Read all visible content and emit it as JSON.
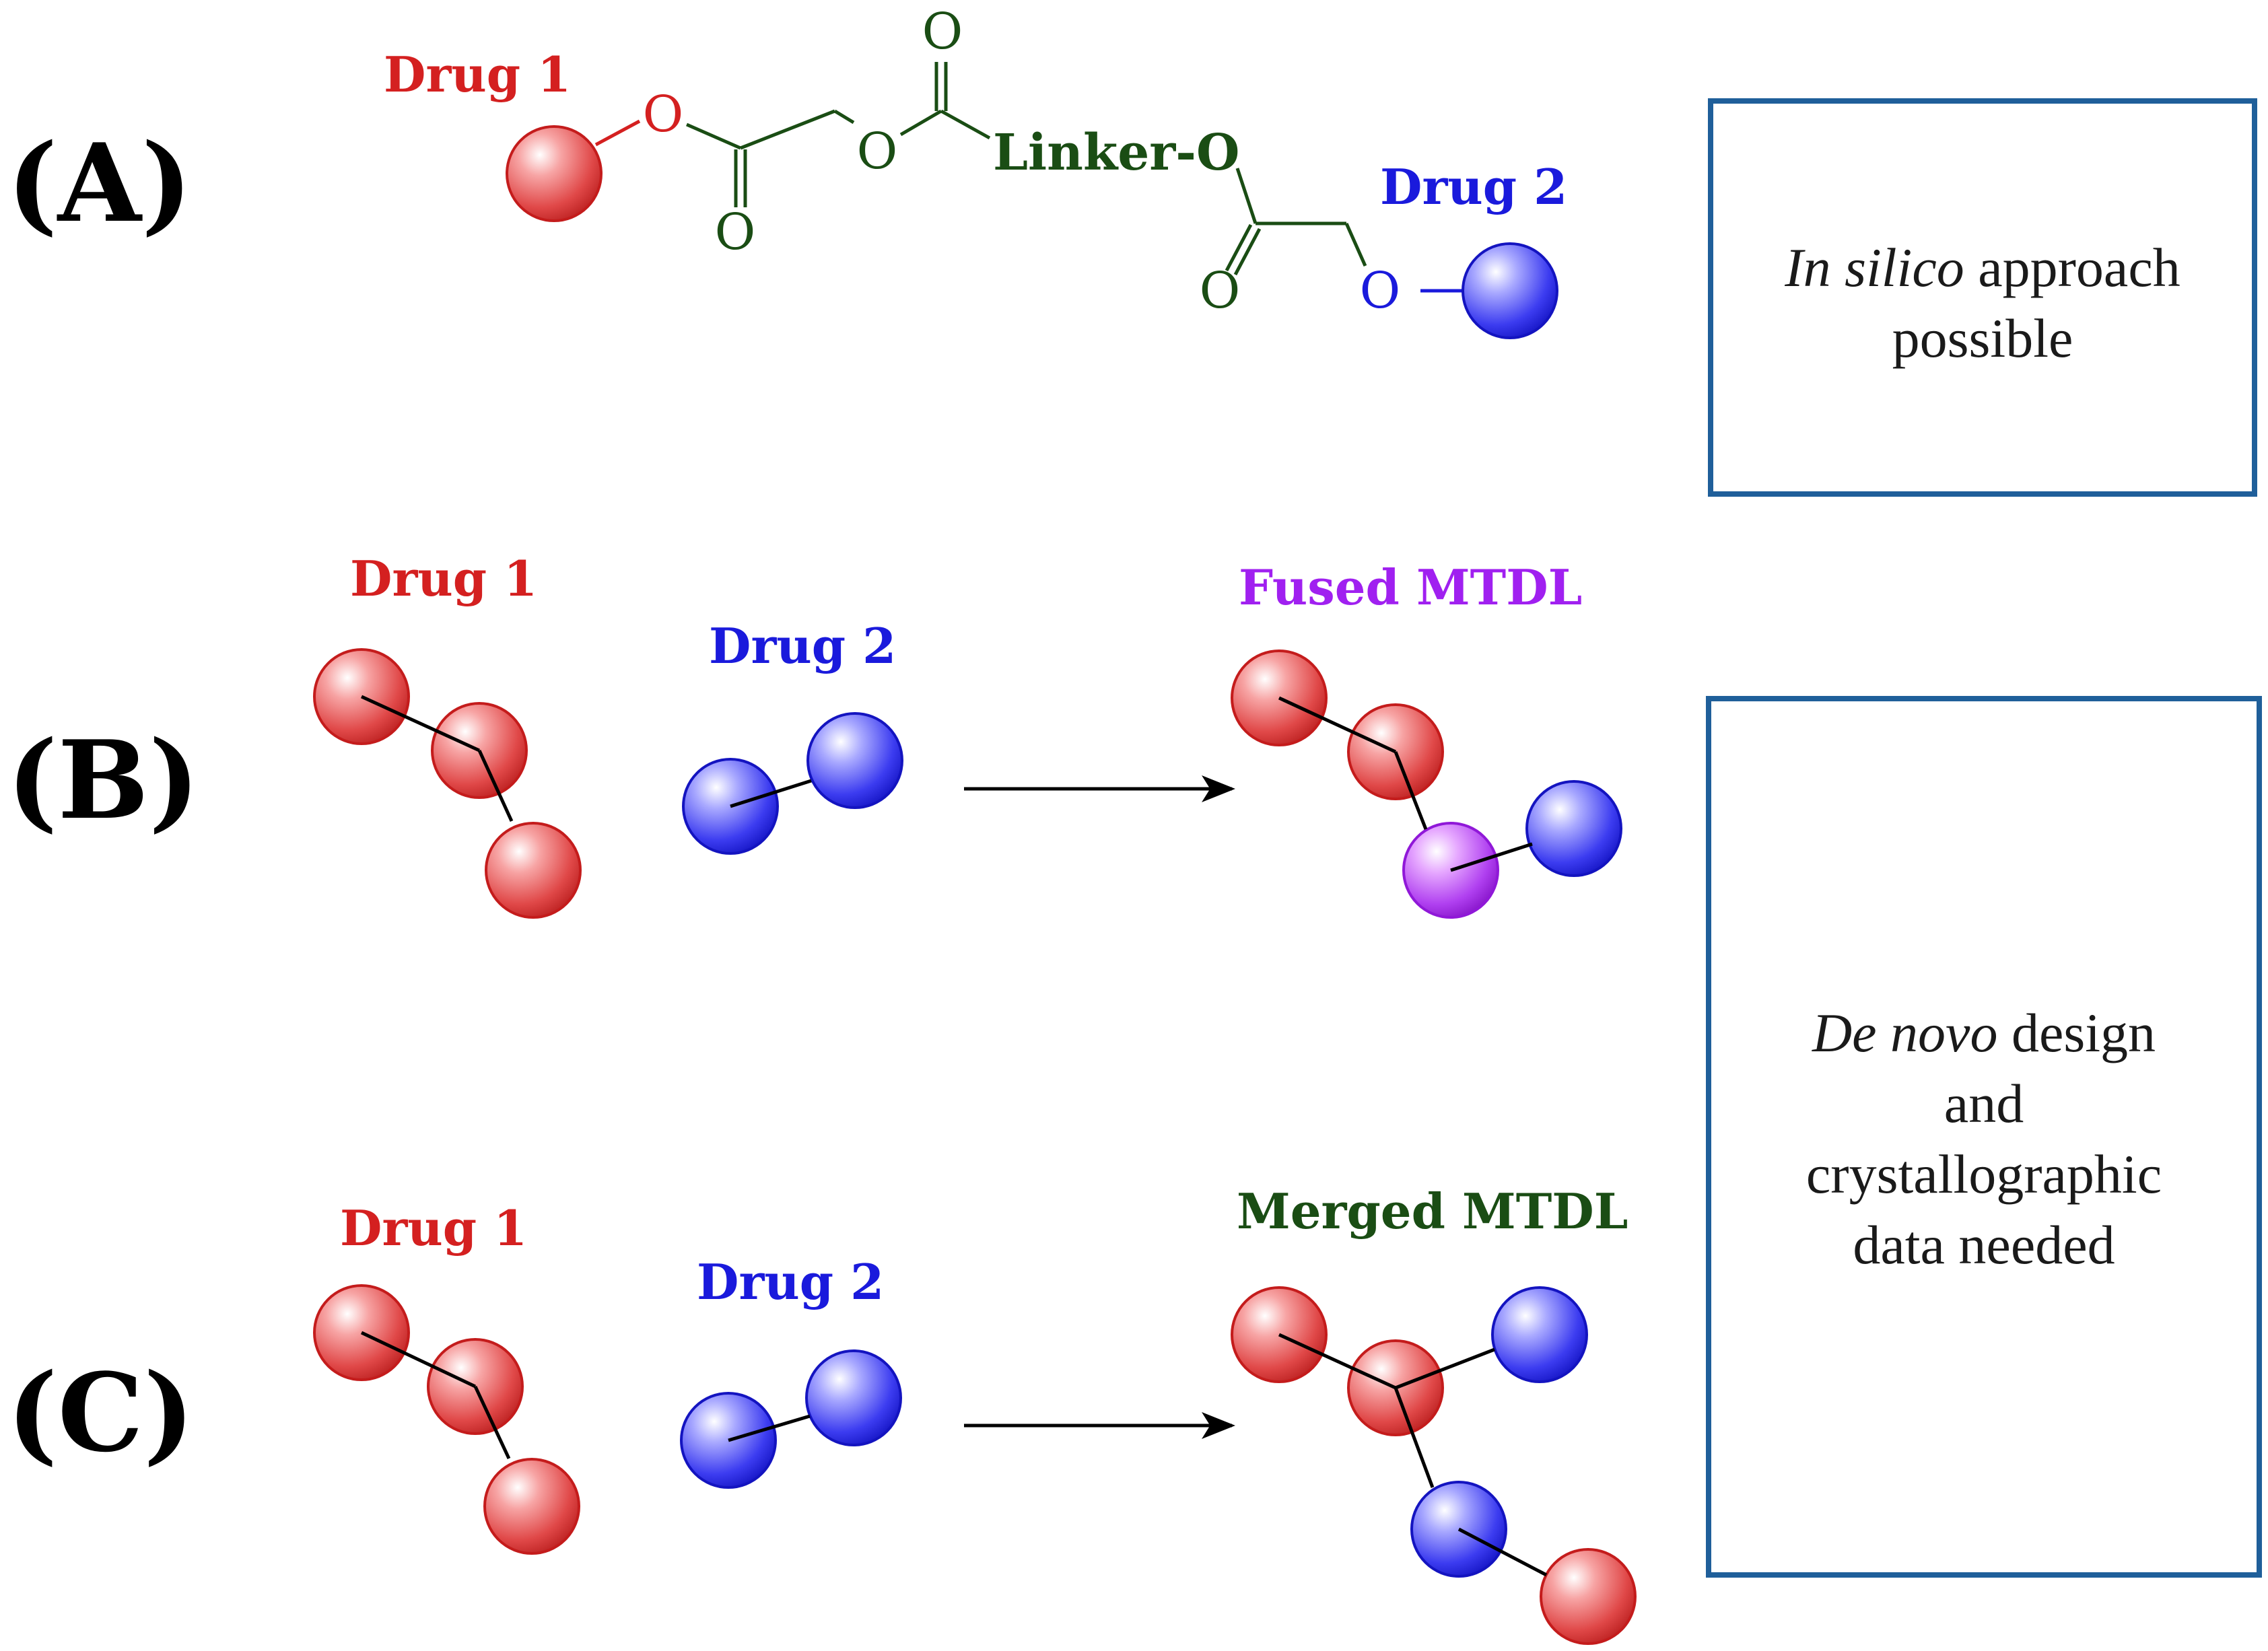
{
  "panels": {
    "A": {
      "label": "(A)",
      "drug1_label": "Drug 1",
      "drug2_label": "Drug 2",
      "atom_O": "O",
      "linker_text": "Linker-O",
      "note_italic": "In silico",
      "note_rest": " approach",
      "note_line2": "possible"
    },
    "B": {
      "label": "(B)",
      "drug1_label": "Drug 1",
      "drug2_label": "Drug 2",
      "product_label": "Fused MTDL"
    },
    "C": {
      "label": "(C)",
      "drug1_label": "Drug 1",
      "drug2_label": "Drug 2",
      "product_label": "Merged MTDL"
    }
  },
  "box_bc": {
    "line1_italic": "De novo",
    "line1_rest": " design",
    "line2": "and",
    "line3": "crystallographic",
    "line4": "data needed"
  },
  "colors": {
    "drug1": "#d42020",
    "drug2": "#1a1adc",
    "linker": "#1a4d14",
    "fused": "#a020f0",
    "merged": "#1a4d14",
    "box_border": "#1f5f9a"
  }
}
